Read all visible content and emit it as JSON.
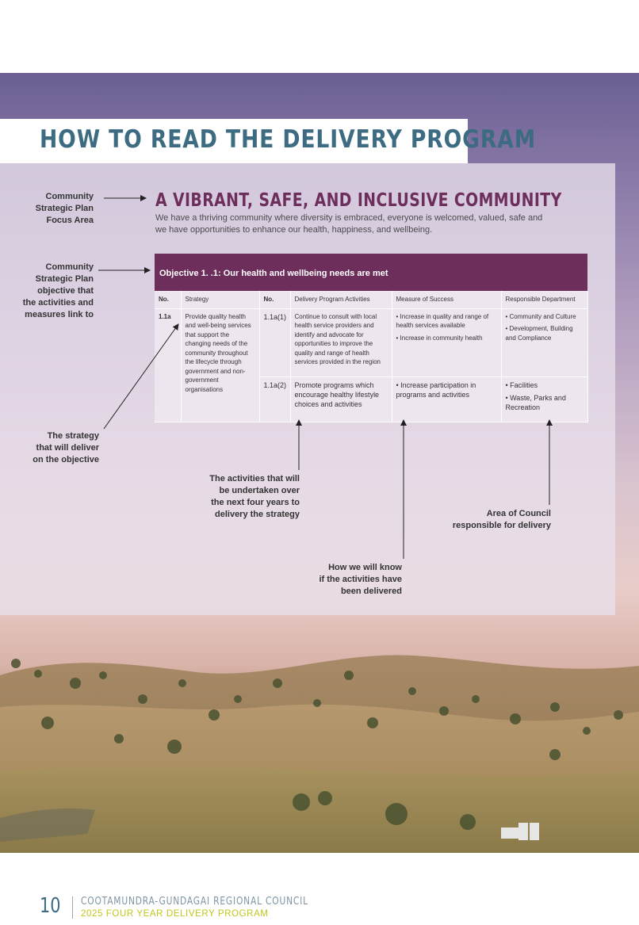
{
  "page_title": "HOW TO READ THE DELIVERY PROGRAM",
  "focus_area": {
    "title": "A VIBRANT, SAFE, AND INCLUSIVE COMMUNITY",
    "description": "We have a thriving community where diversity is embraced, everyone is welcomed, valued, safe and we have opportunities to enhance our health, happiness, and wellbeing."
  },
  "callouts": {
    "focus_area": [
      "Community",
      "Strategic Plan",
      "Focus Area"
    ],
    "objective": [
      "Community",
      "Strategic Plan",
      "objective that",
      "the activities and",
      "measures link to"
    ],
    "strategy": [
      "The strategy",
      "that will deliver",
      "on the objective"
    ],
    "activities": [
      "The activities that will",
      "be undertaken over",
      "the next four years to",
      "delivery the strategy"
    ],
    "measures": [
      "How we will know",
      "if the activities have",
      "been delivered"
    ],
    "department": [
      "Area of Council",
      "responsible for delivery"
    ]
  },
  "table": {
    "objective": "Objective 1. .1:  Our health and wellbeing needs are met",
    "headers": [
      "No.",
      "Strategy",
      "No.",
      "Delivery Program Activities",
      "Measure of Success",
      "Responsible Department"
    ],
    "strategy_no": "1.1a",
    "strategy_text": "Provide quality health and well-being services that support the changing needs of the community throughout the lifecycle through government and non-government organisations",
    "rows": [
      {
        "no": "1.1a(1)",
        "activity": "Continue to consult with local health service providers and identify and advocate for opportunities to improve the quality and range of health services provided in the region",
        "measures": [
          "• Increase in quality and range of health services available",
          "• Increase in community health"
        ],
        "departments": [
          "• Community and Culture",
          "• Development, Building and Compliance"
        ]
      },
      {
        "no": "1.1a(2)",
        "activity": "Promote programs which encourage healthy lifestyle choices and activities",
        "measures": [
          "• Increase participation in programs and activities"
        ],
        "departments": [
          "• Facilities",
          "• Waste, Parks and Recreation"
        ]
      }
    ]
  },
  "footer": {
    "page_number": "10",
    "council": "COOTAMUNDRA-GUNDAGAI REGIONAL COUNCIL",
    "program": "2025 FOUR YEAR DELIVERY PROGRAM"
  },
  "colors": {
    "title_blue": "#3d6b82",
    "plum": "#6e2e5c",
    "footer_yellow": "#c2c61b"
  }
}
